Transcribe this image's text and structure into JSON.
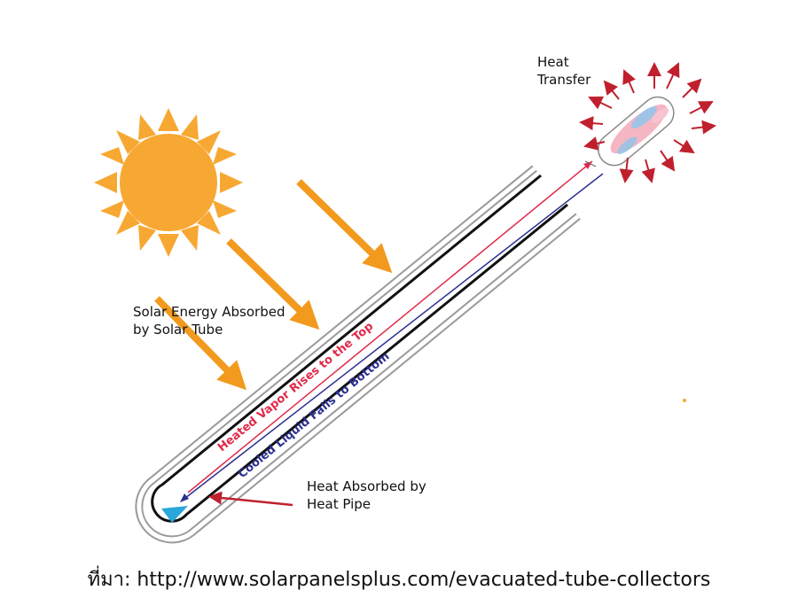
{
  "labels": {
    "heat_transfer_line1": "Heat",
    "heat_transfer_line2": "Transfer",
    "solar_line1": "Solar Energy Absorbed",
    "solar_line2": "by Solar Tube",
    "pipe_line1": "Heat Absorbed by",
    "pipe_line2": "Heat Pipe",
    "vapor": "Heated Vapor Rises to the Top",
    "liquid": "Cooled Liquid Falls to Bottom"
  },
  "source": "ที่มา: http://www.solarpanelsplus.com/evacuated-tube-collectors",
  "colors": {
    "sun": "#F7A833",
    "arrow": "#F29A1E",
    "vapor": "#E0294A",
    "liquid": "#2B2F8F",
    "heat_arrow": "#C0202E",
    "tube_outer": "#9A9A9A",
    "tube_inner": "#111111",
    "bulb_fill": "#F3A8B8",
    "bulb_blue": "#8FC6EA",
    "water": "#2AA7D8"
  },
  "icons": [
    "sun-icon",
    "sunlight-arrow-icon",
    "heat-transfer-arrow-icon"
  ]
}
